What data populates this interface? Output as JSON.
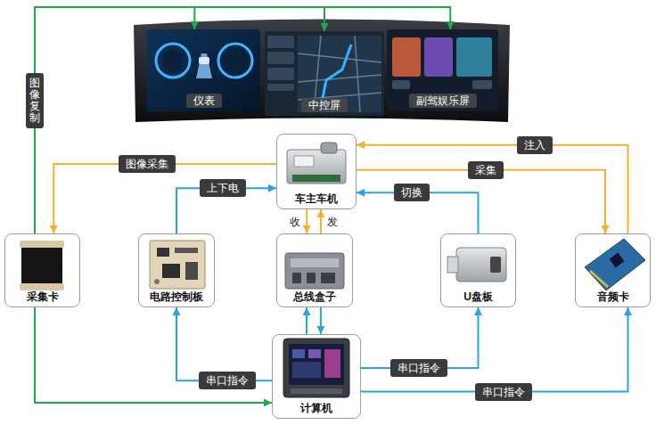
{
  "diagram": {
    "nodes": [
      {
        "text": [
          "仪表"
        ]
      },
      {
        "text": [
          "中控屏"
        ]
      },
      {
        "text": [
          "副驾娱乐屏"
        ]
      },
      {
        "text": [
          "车主车机"
        ]
      },
      {
        "text": [
          "采集卡"
        ]
      },
      {
        "text": [
          "电路控制板"
        ]
      },
      {
        "text": [
          "总线盒子"
        ]
      },
      {
        "text": [
          "U盘板"
        ]
      },
      {
        "text": [
          "音频卡"
        ]
      },
      {
        "text": [
          "计算机"
        ]
      }
    ],
    "edges": [
      {
        "from": 4,
        "to": 0,
        "label": "图像复制",
        "arrow": "to"
      },
      {
        "from": 4,
        "to": 1,
        "arrow": "to"
      },
      {
        "from": 4,
        "to": 2,
        "arrow": "to"
      },
      {
        "from": 4,
        "to": 9,
        "arrow": "to"
      },
      {
        "from": 3,
        "to": 4,
        "label": "图像采集",
        "arrow": "to"
      },
      {
        "from": 5,
        "to": 3,
        "label": "上下电",
        "arrow": "to"
      },
      {
        "from": 3,
        "to": 6,
        "label": "收",
        "arrow": "to"
      },
      {
        "from": 6,
        "to": 3,
        "label": "发",
        "arrow": "to"
      },
      {
        "from": 7,
        "to": 3,
        "label": "切换",
        "arrow": "to"
      },
      {
        "from": 8,
        "to": 3,
        "label": "注入",
        "arrow": "to"
      },
      {
        "from": 3,
        "to": 8,
        "label": "采集",
        "arrow": "to"
      },
      {
        "from": 9,
        "to": 6,
        "arrow": "to"
      },
      {
        "from": 6,
        "to": 9,
        "arrow": "to"
      },
      {
        "from": 9,
        "to": 5,
        "label": "串口指令",
        "arrow": "to"
      },
      {
        "from": 9,
        "to": 7,
        "label": "串口指令",
        "arrow": "to"
      },
      {
        "from": 9,
        "to": 8,
        "label": "串口指令",
        "arrow": "to"
      }
    ]
  }
}
